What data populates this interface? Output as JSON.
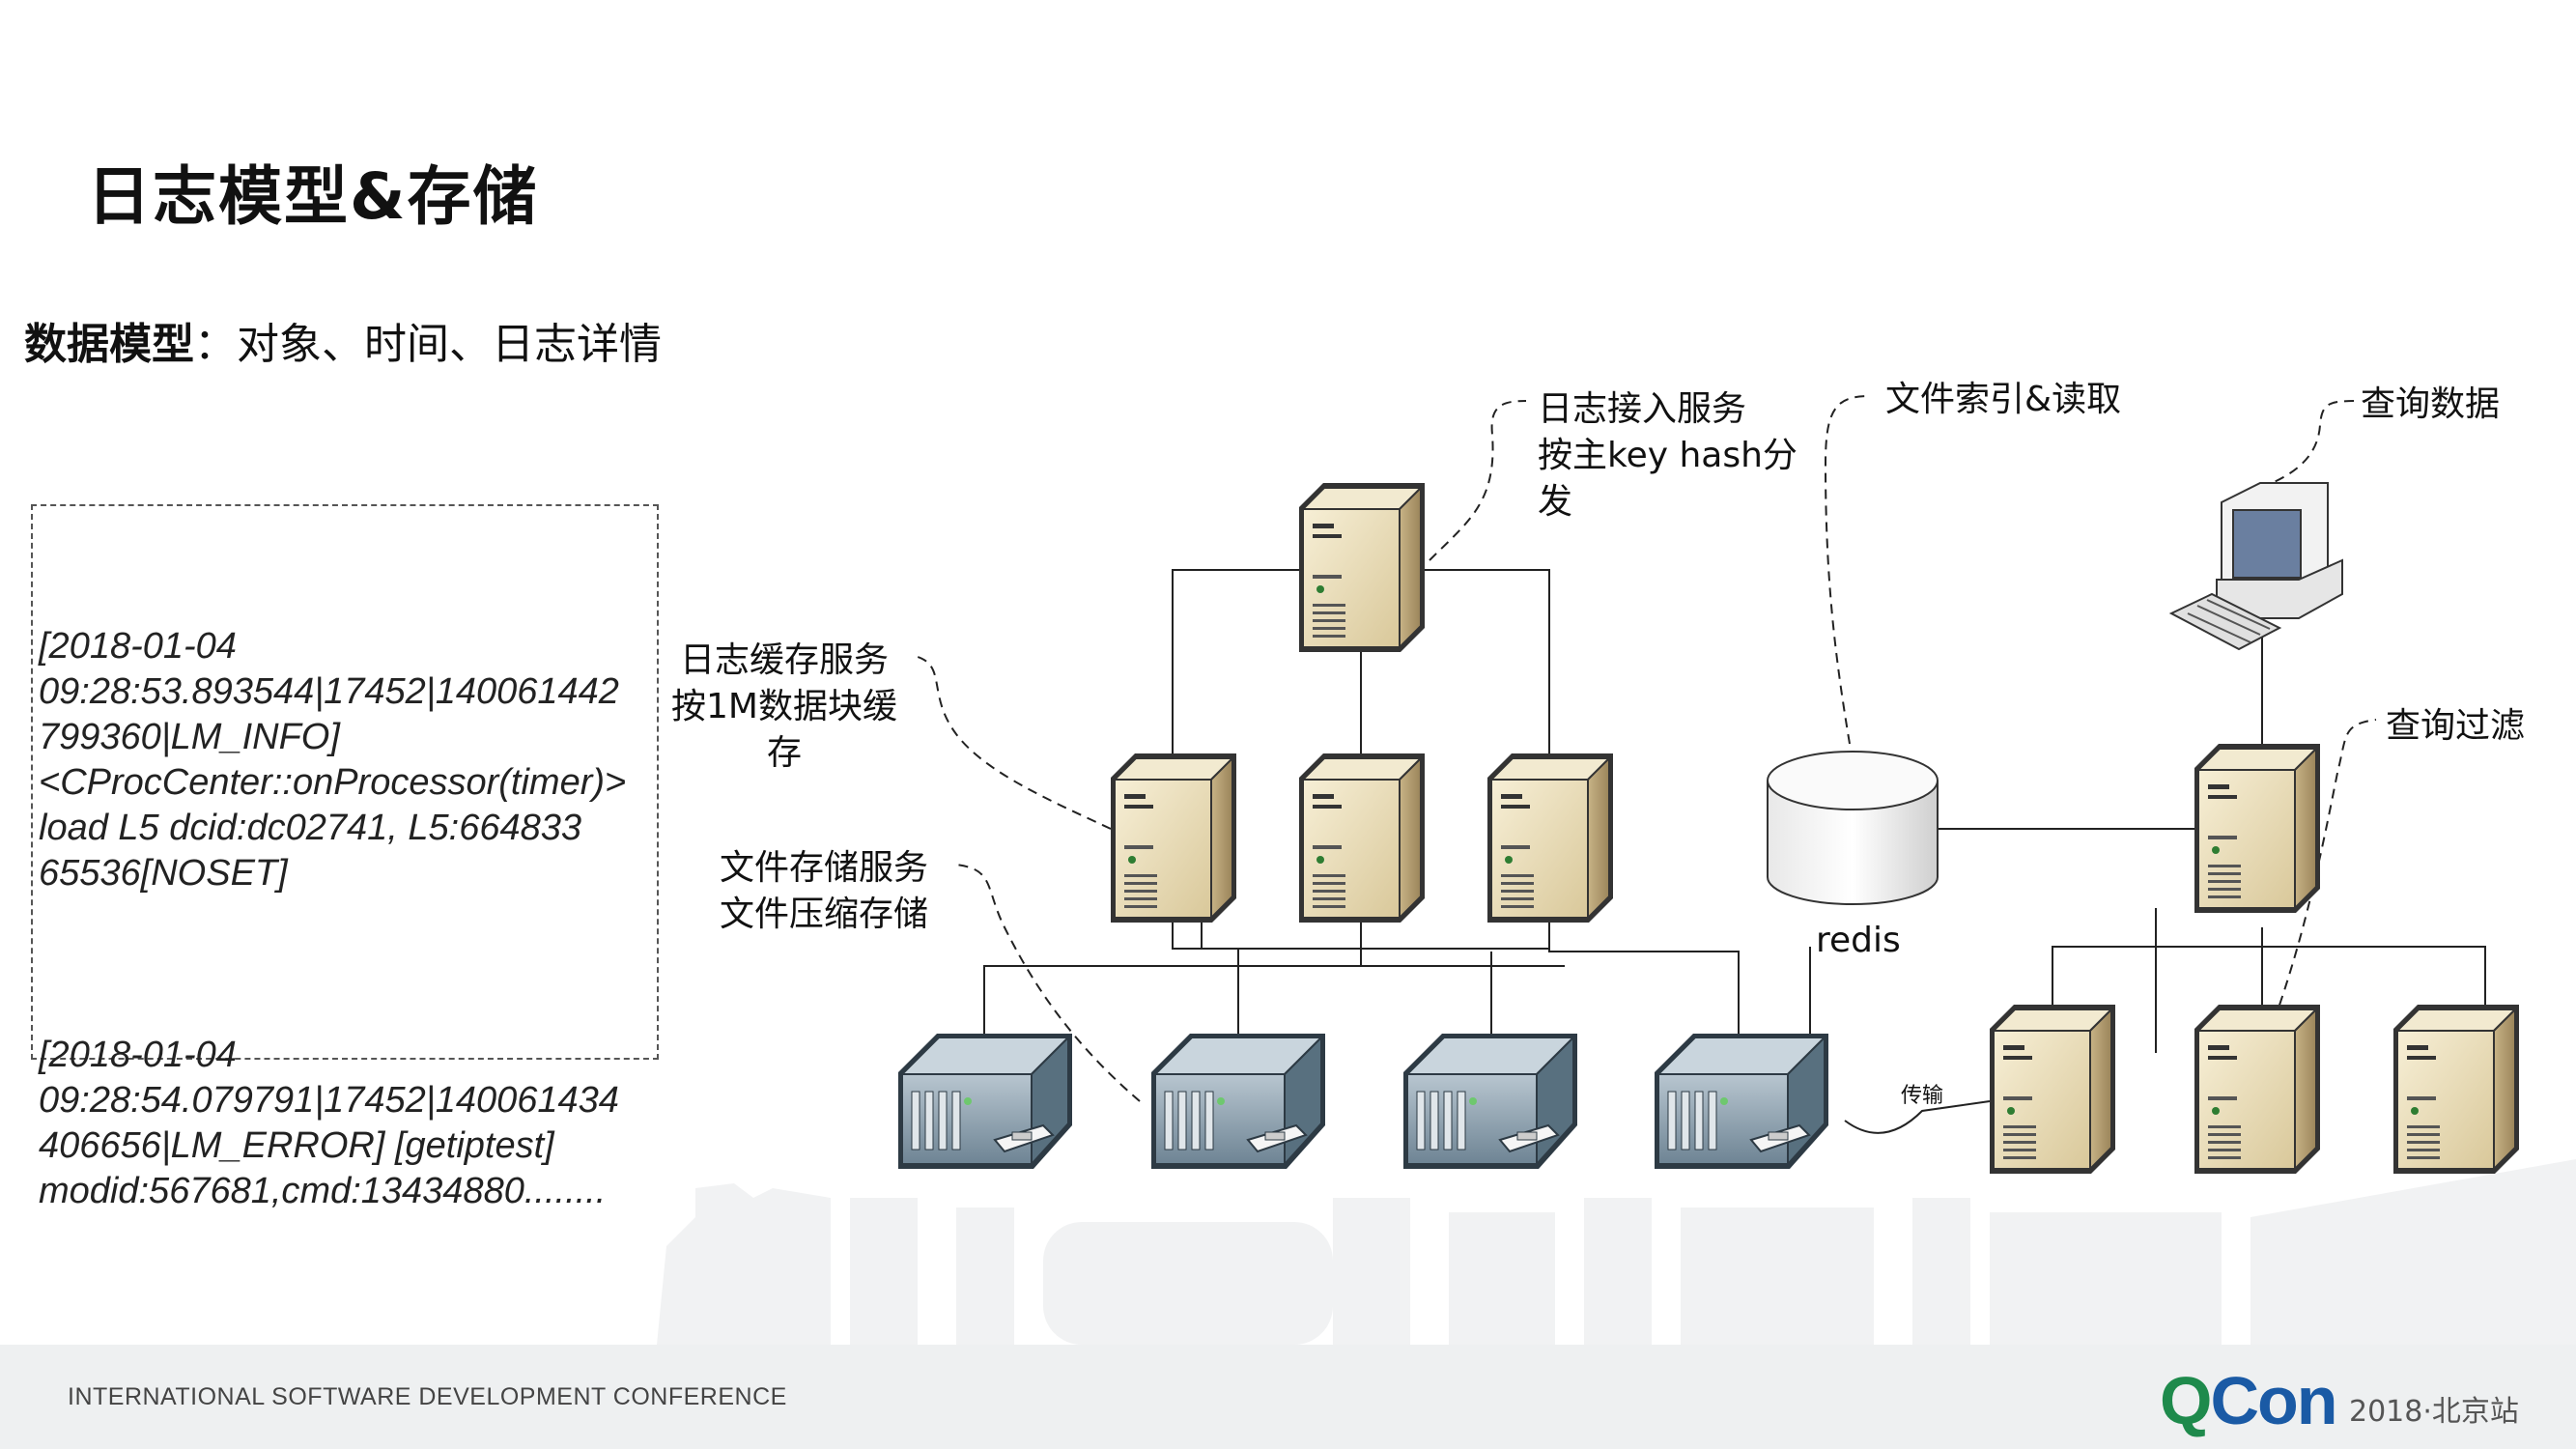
{
  "slide": {
    "title": "日志模型&存储",
    "subtitle_bold": "数据模型",
    "subtitle_rest": "：对象、时间、日志详情"
  },
  "log_examples": [
    "[2018-01-04\n09:28:53.893544|17452|140061442\n799360|LM_INFO]\n<CProcCenter::onProcessor(timer)>\nload L5 dcid:dc02741, L5:664833\n65536[NOSET]",
    "[2018-01-04\n09:28:54.079791|17452|140061434\n406656|LM_ERROR] [getiptest]\nmodid:567681,cmd:13434880........"
  ],
  "diagram_labels": {
    "access_service": "日志接入服务\n按主key hash分\n发",
    "cache_service": "日志缓存服务\n按1M数据块缓\n存",
    "file_storage": "文件存储服务\n文件压缩存储",
    "file_index": "文件索引&读取",
    "query_data": "查询数据",
    "query_filter": "查询过滤",
    "redis": "redis",
    "transfer": "传输"
  },
  "footer": {
    "conference": "INTERNATIONAL SOFTWARE DEVELOPMENT CONFERENCE",
    "logo_q": "Q",
    "logo_con": "Con",
    "edition": "2018·北京站"
  },
  "colors": {
    "server_body": "#e8dcb8",
    "server_side": "#b59e70",
    "storage_body": "#8aa0b0",
    "brand_green": "#1e8a4c",
    "brand_blue": "#1a5aa5"
  }
}
